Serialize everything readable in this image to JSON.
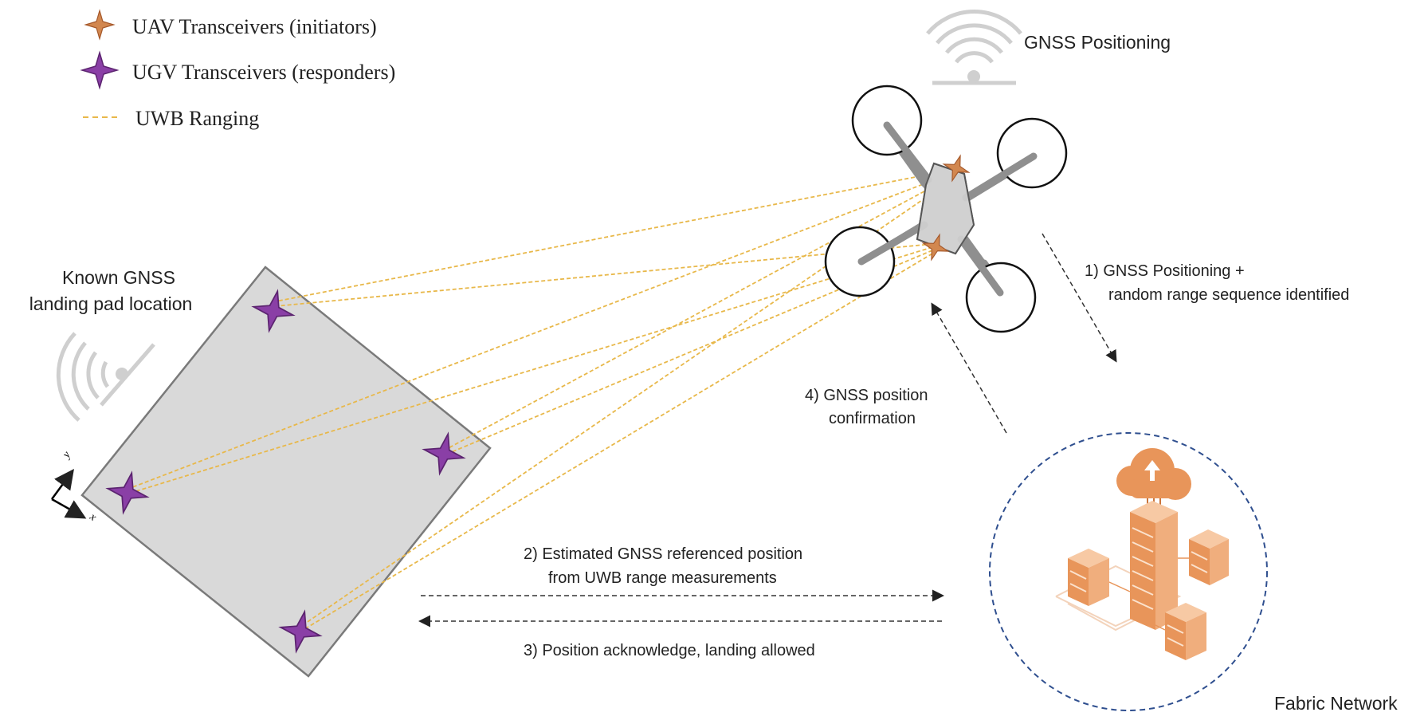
{
  "legend": {
    "uav_label": "UAV Transceivers (initiators)",
    "ugv_label": "UGV Transceivers (responders)",
    "uwb_label": "UWB Ranging"
  },
  "labels": {
    "gnss_positioning": "GNSS Positioning",
    "landing_pad_line1": "Known GNSS",
    "landing_pad_line2": "landing pad location",
    "axis_x": "x",
    "axis_y": "y",
    "fabric_network": "Fabric Network"
  },
  "steps": {
    "step1_line1": "1)  GNSS Positioning +",
    "step1_line2": "random range sequence identified",
    "step2_line1": "2)  Estimated GNSS referenced position",
    "step2_line2": "from UWB range measurements",
    "step3": "3)  Position acknowledge, landing allowed",
    "step4_line1": "4)  GNSS position",
    "step4_line2": "confirmation"
  },
  "colors": {
    "uav_marker": "#d2874f",
    "ugv_marker": "#8a3fa6",
    "uwb_line": "#e8b84a",
    "pad_fill": "#d9d9d9",
    "network_circle": "#2f4f8f",
    "server_orange": "#e8955a"
  }
}
